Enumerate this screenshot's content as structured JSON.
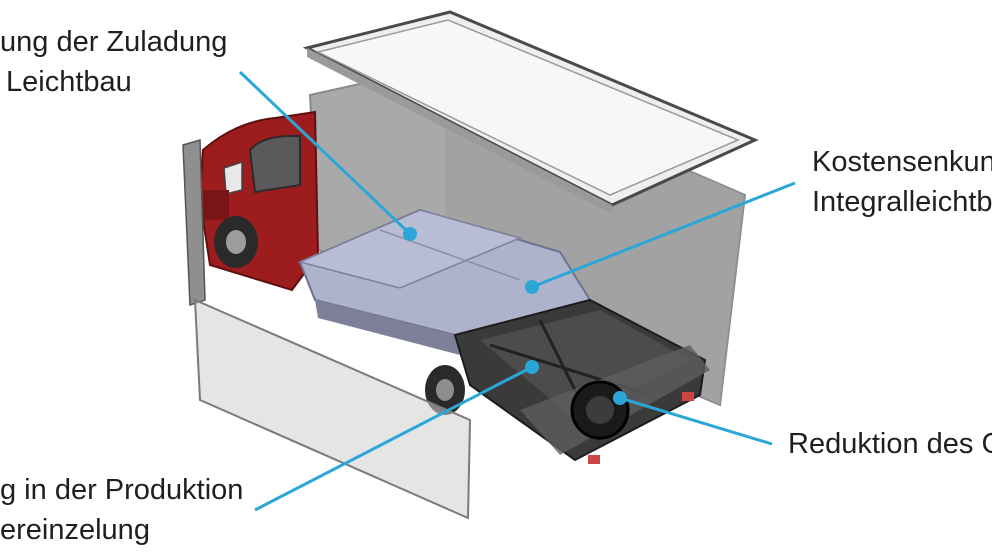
{
  "annotations": {
    "top_left": {
      "line1": "ung der Zuladung",
      "line2": "Leichtbau"
    },
    "right_top": {
      "line1": "Kostensenkun",
      "line2": "Integralleichtb"
    },
    "right_bottom": {
      "line1": "Reduktion des G"
    },
    "bottom_left": {
      "line1": "g in der Produktion",
      "line2": "ereinzelung"
    }
  },
  "colors": {
    "callout_line": "#2aa7d6",
    "callout_dot": "#2aa7d6",
    "cab_red": "#9d1c1e",
    "floor_panel": "#aeb3cc",
    "box_wall": "#b4b4b4",
    "frame_dark": "#2e2e2e"
  }
}
